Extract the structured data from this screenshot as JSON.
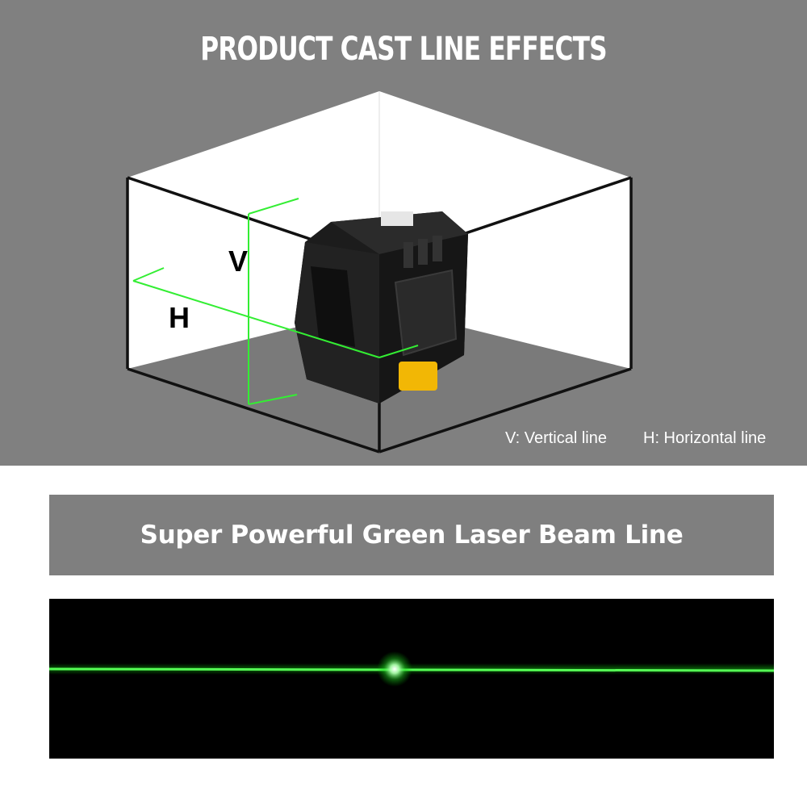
{
  "header": {
    "title": "PRODUCT CAST LINE EFFECTS"
  },
  "scene": {
    "vertical_label": "V",
    "horizontal_label": "H"
  },
  "legend": {
    "vertical": "V: Vertical line",
    "horizontal": "H: Horizontal line"
  },
  "banner": {
    "text": "Super Powerful Green Laser Beam Line"
  },
  "colors": {
    "panel_gray": "#808080",
    "banner_gray": "#7f7f7f",
    "laser_green": "#33ff33",
    "tool_body": "#1c1c1c",
    "tool_button": "#f2b705"
  }
}
